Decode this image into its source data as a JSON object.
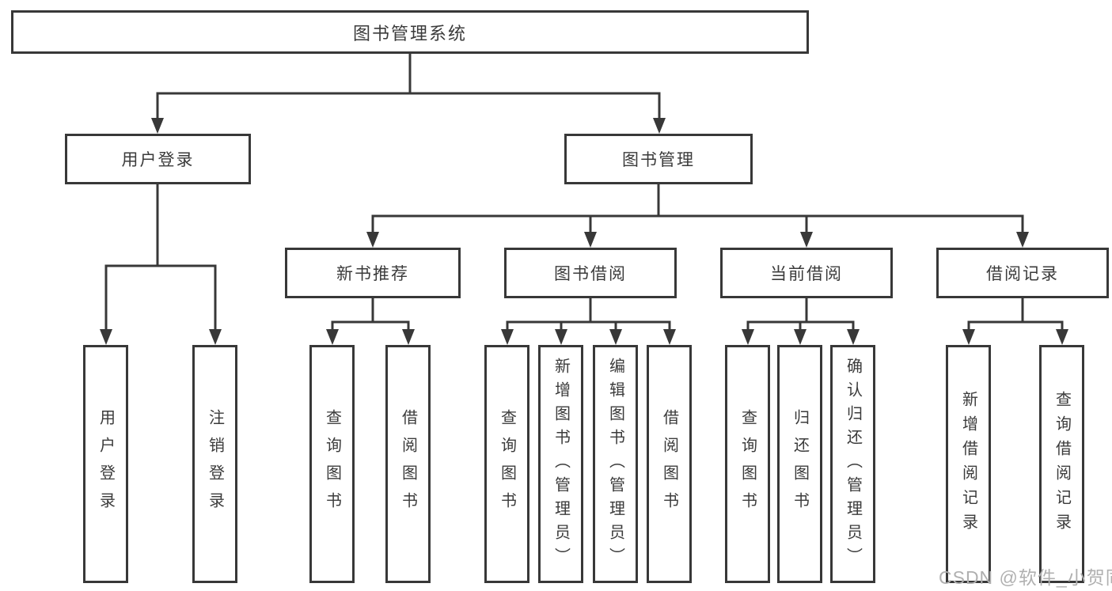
{
  "diagram": {
    "root": {
      "label": "图书管理系统"
    },
    "level2": [
      {
        "label": "用户登录"
      },
      {
        "label": "图书管理"
      }
    ],
    "level3": [
      {
        "label": "新书推荐"
      },
      {
        "label": "图书借阅"
      },
      {
        "label": "当前借阅"
      },
      {
        "label": "借阅记录"
      }
    ],
    "leaves": [
      {
        "label": "用户登录"
      },
      {
        "label": "注销登录"
      },
      {
        "label": "查询图书"
      },
      {
        "label": "借阅图书"
      },
      {
        "label": "查询图书"
      },
      {
        "label": "新增图书（管理员）"
      },
      {
        "label": "编辑图书（管理员）"
      },
      {
        "label": "借阅图书"
      },
      {
        "label": "查询图书"
      },
      {
        "label": "归还图书"
      },
      {
        "label": "确认归还（管理员）"
      },
      {
        "label": "新增借阅记录"
      },
      {
        "label": "查询借阅记录"
      }
    ]
  },
  "watermark": {
    "text": "CSDN @软件_小贺同学"
  },
  "colors": {
    "line": "#383838",
    "text": "#3b3b3b",
    "background": "#ffffff",
    "watermark": "#b0b0b0"
  }
}
